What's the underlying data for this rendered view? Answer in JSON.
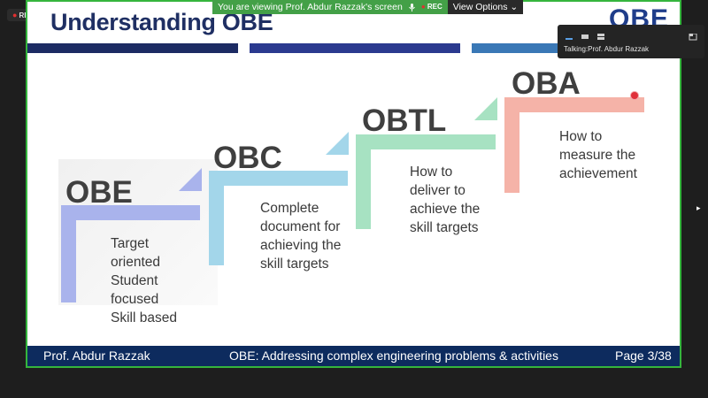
{
  "recording": {
    "label": "REC"
  },
  "banner": {
    "text": "You are viewing Prof. Abdur Razzak's screen",
    "rec": "REC",
    "view_options": "View Options"
  },
  "talking": {
    "label": "Talking:Prof. Abdur Razzak"
  },
  "slide": {
    "title": "Understanding OBE",
    "logo": "OBE",
    "steps": [
      {
        "title": "OBE",
        "color": "#a9b3ec",
        "lines": [
          "Target",
          "oriented",
          "Student",
          "focused",
          "Skill based"
        ]
      },
      {
        "title": "OBC",
        "color": "#a3d6ea",
        "lines": [
          "Complete",
          "document for",
          "achieving the",
          "skill targets"
        ]
      },
      {
        "title": "OBTL",
        "color": "#a7e2c2",
        "lines": [
          "How to",
          "deliver to",
          "achieve the",
          "skill targets"
        ]
      },
      {
        "title": "OBA",
        "color": "#f5b3a8",
        "lines": [
          "How to",
          "measure the",
          "achievement"
        ]
      }
    ],
    "footer": {
      "author": "Prof. Abdur Razzak",
      "topic": "OBE: Addressing complex engineering problems & activities",
      "page": "Page 3/38"
    }
  },
  "colors": {
    "frame_green": "#35b53d",
    "title_navy": "#1f2f63",
    "footer_bg": "#0d2b5e"
  }
}
